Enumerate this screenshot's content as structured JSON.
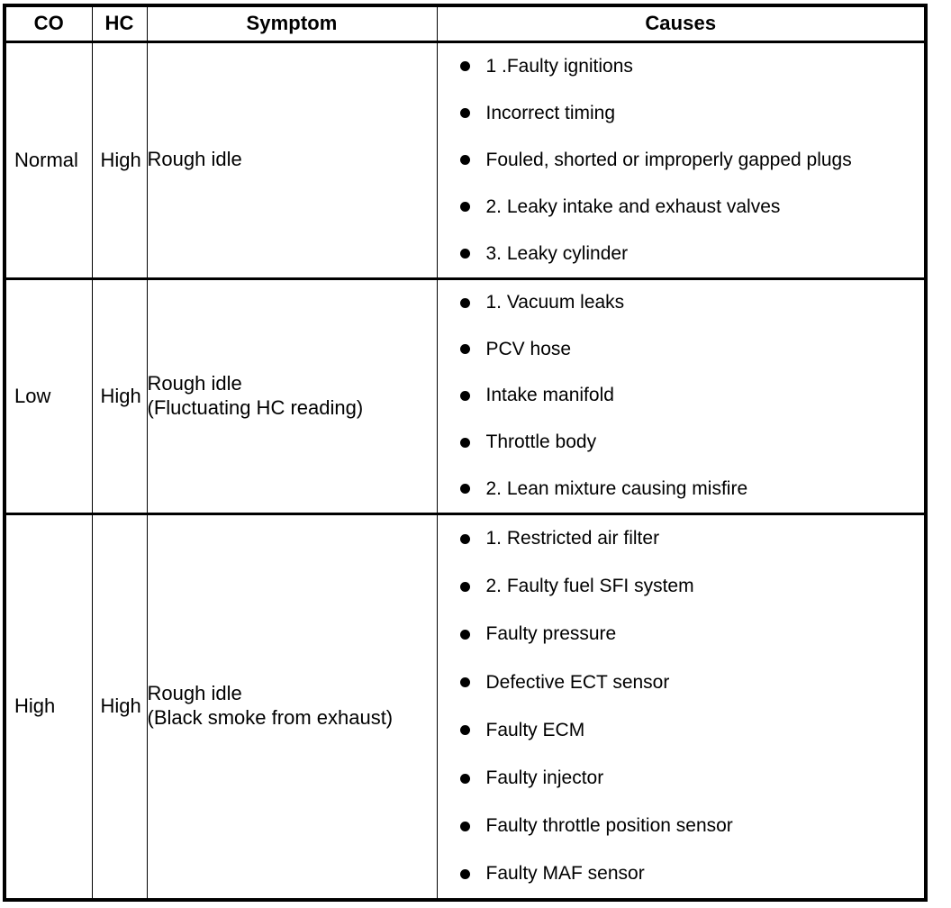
{
  "table": {
    "caption_present": false,
    "columns": [
      {
        "key": "co",
        "label": "CO"
      },
      {
        "key": "hc",
        "label": "HC"
      },
      {
        "key": "symptom",
        "label": "Symptom"
      },
      {
        "key": "causes",
        "label": "Causes"
      }
    ],
    "rows": [
      {
        "co": "Normal",
        "hc": "High",
        "symptom_lines": [
          "Rough idle"
        ],
        "causes": [
          "1 .Faulty ignitions",
          "Incorrect timing",
          "Fouled, shorted or improperly gapped plugs",
          "2. Leaky intake and exhaust valves",
          "3. Leaky cylinder"
        ]
      },
      {
        "co": "Low",
        "hc": "High",
        "symptom_lines": [
          "Rough idle",
          "(Fluctuating HC reading)"
        ],
        "causes": [
          "1. Vacuum leaks",
          "PCV hose",
          "Intake manifold",
          "Throttle body",
          "2. Lean mixture causing misfire"
        ]
      },
      {
        "co": "High",
        "hc": "High",
        "symptom_lines": [
          "Rough idle",
          "(Black smoke from exhaust)"
        ],
        "causes": [
          "1. Restricted air filter",
          "2. Faulty fuel SFI system",
          "Faulty pressure",
          "Defective ECT sensor",
          "Faulty ECM",
          "Faulty injector",
          "Faulty throttle position sensor",
          "Faulty MAF sensor"
        ]
      }
    ]
  },
  "colors": {
    "border": "#000000",
    "text": "#000000",
    "background": "#ffffff",
    "bullet": "#000000"
  },
  "icons": {
    "bullet": "bullet-dot-icon"
  }
}
